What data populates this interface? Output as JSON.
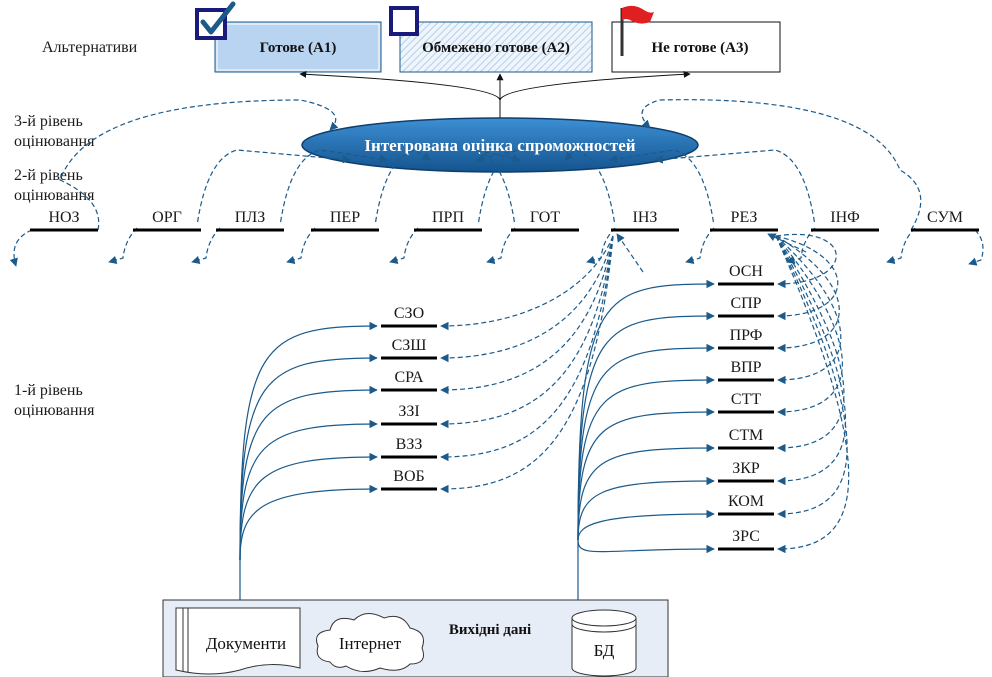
{
  "alternatives_label": "Альтернативи",
  "alternatives": [
    {
      "label": "Готове (А1)"
    },
    {
      "label": "Обмежено готове (А2)"
    },
    {
      "label": "Не готове (А3)"
    }
  ],
  "level3_label": "3-й рівень оцінювання",
  "level2_label": "2-й рівень оцінювання",
  "level1_label": "1-й рівень оцінювання",
  "center_label": "Інтегрована оцінка спроможностей",
  "level2_nodes": [
    "НОЗ",
    "ОРГ",
    "ПЛЗ",
    "ПЕР",
    "ПРП",
    "ГОТ",
    "ІНЗ",
    "РЕЗ",
    "ІНФ",
    "СУМ"
  ],
  "left_nodes": [
    "СЗО",
    "СЗШ",
    "СРА",
    "ЗЗІ",
    "ВЗЗ",
    "ВОБ"
  ],
  "right_nodes": [
    "ОСН",
    "СПР",
    "ПРФ",
    "ВПР",
    "СТТ",
    "СТМ",
    "ЗКР",
    "КОМ",
    "ЗРС"
  ],
  "source": {
    "title": "Вихідні дані",
    "documents": "Документи",
    "internet": "Інтернет",
    "db": "БД"
  },
  "colors": {
    "arrow": "#1b5a8a",
    "alt1_fill": "#b9d4f0",
    "alt2_fill": "#e4eff9",
    "ellipse": "#1f6fb3",
    "checkbox": "#1a1a7a",
    "flag": "#e02020",
    "source_bg": "#e6edf6"
  }
}
